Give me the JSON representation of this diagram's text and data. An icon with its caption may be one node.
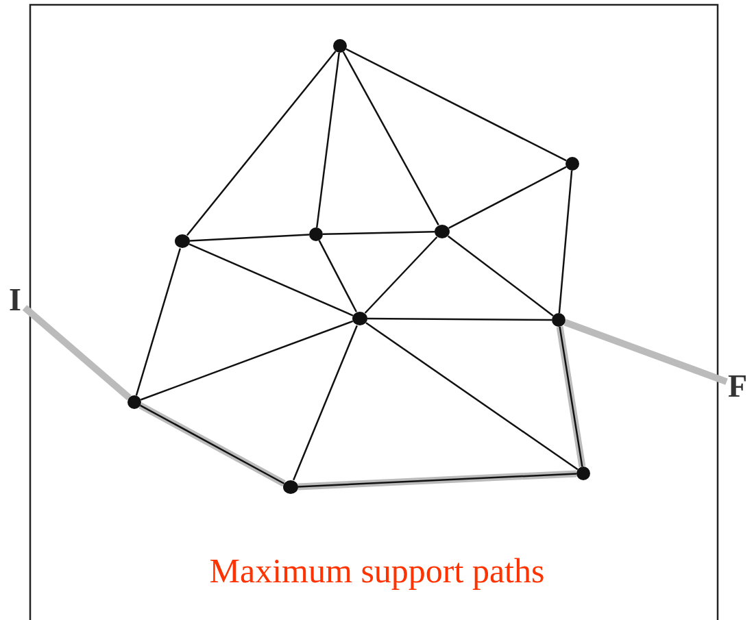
{
  "diagram": {
    "caption": "Maximum support paths",
    "nodes": [
      {
        "text": [],
        "shape": "circle"
      },
      {
        "text": [],
        "shape": "circle"
      },
      {
        "text": [],
        "shape": "circle"
      },
      {
        "text": [],
        "shape": "circle"
      },
      {
        "text": [],
        "shape": "circle"
      },
      {
        "text": [
          "I"
        ]
      },
      {
        "text": [],
        "shape": "circle"
      },
      {
        "text": [],
        "shape": "circle"
      },
      {
        "text": [
          "F"
        ]
      },
      {
        "text": [],
        "shape": "circle"
      },
      {
        "text": [],
        "shape": "circle"
      },
      {
        "text": [],
        "shape": "circle"
      }
    ],
    "edges": [
      {
        "from": 5,
        "to": 9,
        "arrow": "none",
        "style": "thick",
        "color": "#bbbbbb"
      },
      {
        "from": 9,
        "to": 11,
        "arrow": "none",
        "style": "thick",
        "color": "#bbbbbb"
      },
      {
        "from": 11,
        "to": 10,
        "arrow": "none",
        "style": "thick",
        "color": "#bbbbbb"
      },
      {
        "from": 10,
        "to": 7,
        "arrow": "none",
        "style": "thick",
        "color": "#bbbbbb"
      },
      {
        "from": 7,
        "to": 8,
        "arrow": "none",
        "style": "thick",
        "color": "#bbbbbb"
      },
      {
        "from": 0,
        "to": 2,
        "arrow": "none"
      },
      {
        "from": 0,
        "to": 3,
        "arrow": "none"
      },
      {
        "from": 0,
        "to": 4,
        "arrow": "none"
      },
      {
        "from": 0,
        "to": 1,
        "arrow": "none"
      },
      {
        "from": 1,
        "to": 4,
        "arrow": "none"
      },
      {
        "from": 1,
        "to": 7,
        "arrow": "none"
      },
      {
        "from": 2,
        "to": 3,
        "arrow": "none"
      },
      {
        "from": 3,
        "to": 4,
        "arrow": "none"
      },
      {
        "from": 2,
        "to": 6,
        "arrow": "none"
      },
      {
        "from": 3,
        "to": 6,
        "arrow": "none"
      },
      {
        "from": 4,
        "to": 6,
        "arrow": "none"
      },
      {
        "from": 4,
        "to": 7,
        "arrow": "none"
      },
      {
        "from": 2,
        "to": 9,
        "arrow": "none"
      },
      {
        "from": 6,
        "to": 7,
        "arrow": "none"
      },
      {
        "from": 6,
        "to": 9,
        "arrow": "none"
      },
      {
        "from": 6,
        "to": 11,
        "arrow": "none"
      },
      {
        "from": 6,
        "to": 10,
        "arrow": "none"
      },
      {
        "from": 7,
        "to": 10,
        "arrow": "none"
      },
      {
        "from": 9,
        "to": 11,
        "arrow": "none"
      },
      {
        "from": 11,
        "to": 10,
        "arrow": "none"
      }
    ]
  }
}
